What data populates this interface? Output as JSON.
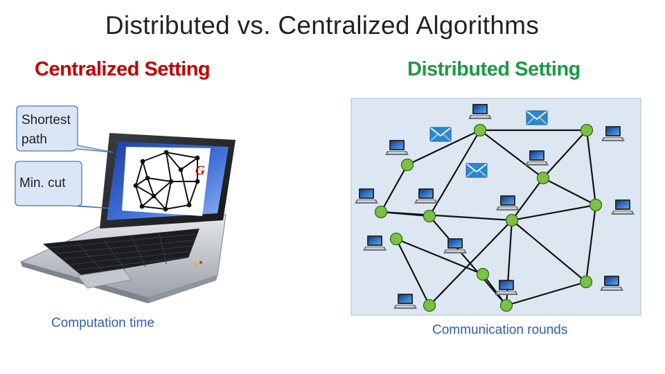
{
  "slide": {
    "title": "Distributed vs. Centralized Algorithms"
  },
  "left": {
    "heading": "Centralized Setting",
    "heading_color": "#c00000",
    "callouts": [
      {
        "lines": [
          "Shortest",
          "path"
        ]
      },
      {
        "lines": [
          "Min. cut"
        ]
      }
    ],
    "screen_graph_label": "G",
    "caption": "Computation time"
  },
  "right": {
    "heading": "Distributed Setting",
    "heading_color": "#1a9a45",
    "node_color": "#7cc242",
    "panel_color": "#dde7f1",
    "caption": "Communication rounds"
  },
  "icons": [
    "laptop-icon",
    "computer-icon",
    "envelope-icon"
  ]
}
